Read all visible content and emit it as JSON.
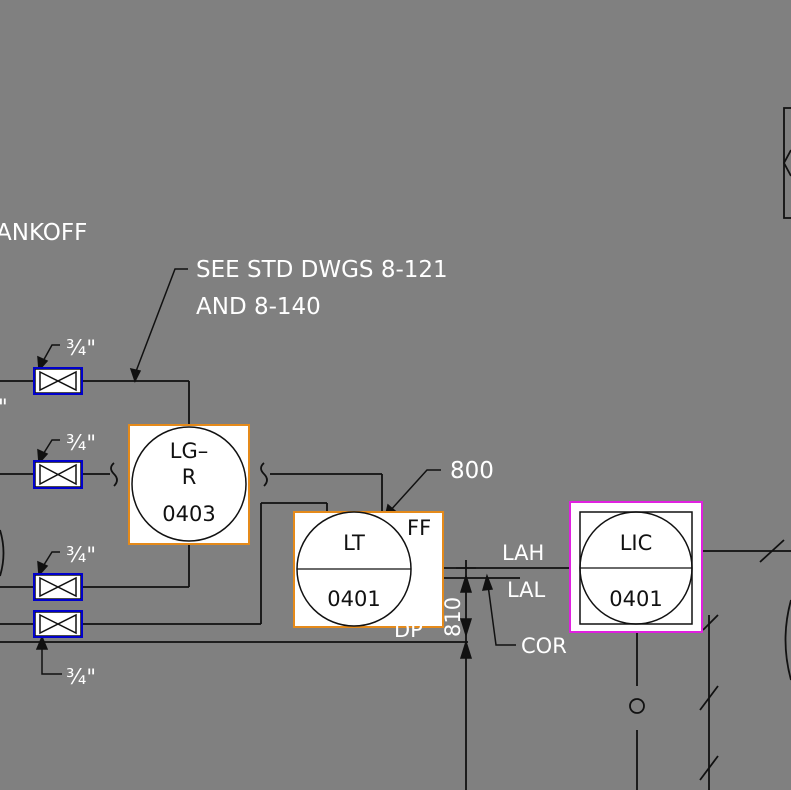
{
  "notes": {
    "tankoff": "ANKOFF",
    "see_std_line1": "SEE STD DWGS 8-121",
    "see_std_line2": "AND 8-140",
    "ref_800": "800",
    "lah": "LAH",
    "lal": "LAL",
    "cor": "COR",
    "ff": "FF",
    "dp": "DP",
    "dim_810": "810"
  },
  "valve_sizes": {
    "v1": "¾\"",
    "v2": "¾\"",
    "v3": "¾\"",
    "v4": "¾\"",
    "partial": "\""
  },
  "instruments": {
    "lgr": {
      "tag_line1": "LG–",
      "tag_line2": "R",
      "number": "0403"
    },
    "lt": {
      "tag": "LT",
      "number": "0401"
    },
    "lic": {
      "tag": "LIC",
      "number": "0401"
    }
  },
  "colors": {
    "background": "#808080",
    "line": "#111111",
    "text": "#ffffff",
    "valve_highlight": "#0000cc",
    "instrument_highlight": "#e58a1a",
    "controller_highlight": "#e020e0",
    "instrument_fill": "#ffffff"
  }
}
